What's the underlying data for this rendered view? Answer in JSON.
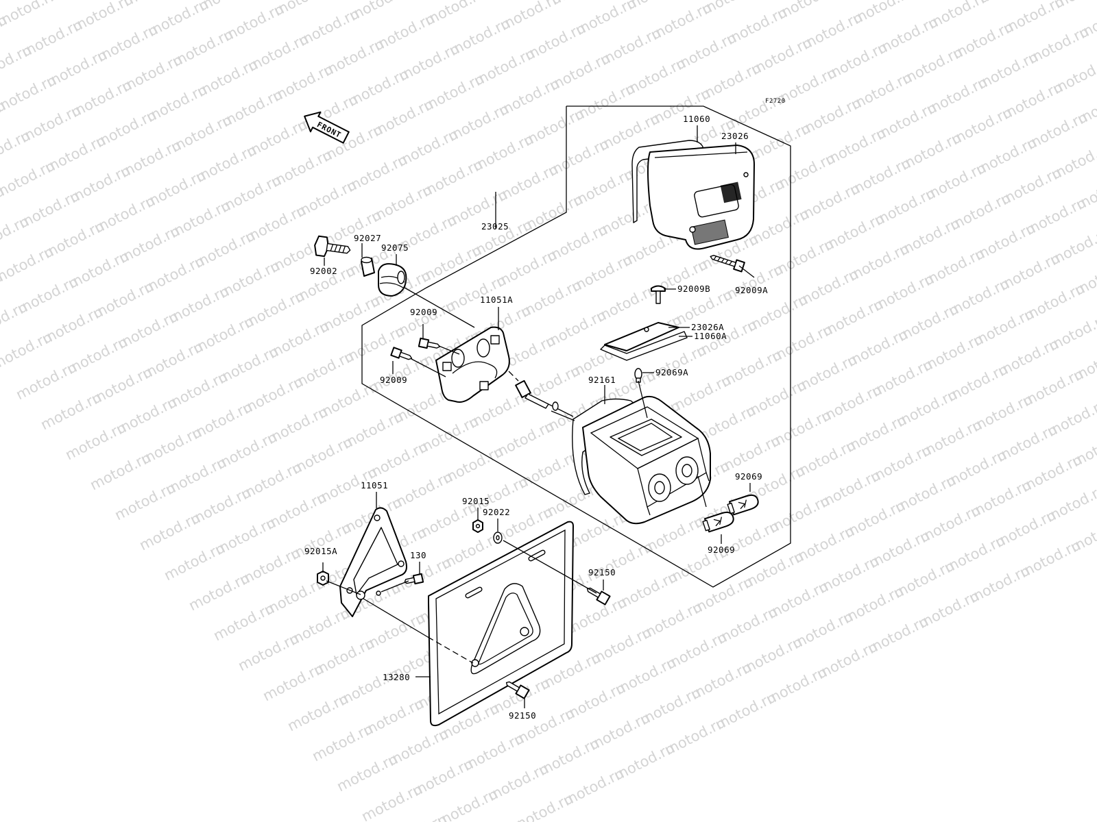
{
  "watermark": {
    "text": "motod.ru"
  },
  "figure_code": "F2720",
  "front_arrow": {
    "label": "FRONT"
  },
  "parts": {
    "p11060": "11060",
    "p23026": "23026",
    "p23025": "23025",
    "p92027": "92027",
    "p92075": "92075",
    "p92002": "92002",
    "p92009A": "92009A",
    "p92009B": "92009B",
    "p23026A": "23026A",
    "p11060A": "11060A",
    "p11051A": "11051A",
    "p92009_top": "92009",
    "p92009_bot": "92009",
    "p92069A": "92069A",
    "p92161": "92161",
    "p92069_r": "92069",
    "p92069_b": "92069",
    "p11051": "11051",
    "p92015": "92015",
    "p92022": "92022",
    "p92015A": "92015A",
    "p130": "130",
    "p92150_r": "92150",
    "p92150_b": "92150",
    "p13280": "13280"
  }
}
